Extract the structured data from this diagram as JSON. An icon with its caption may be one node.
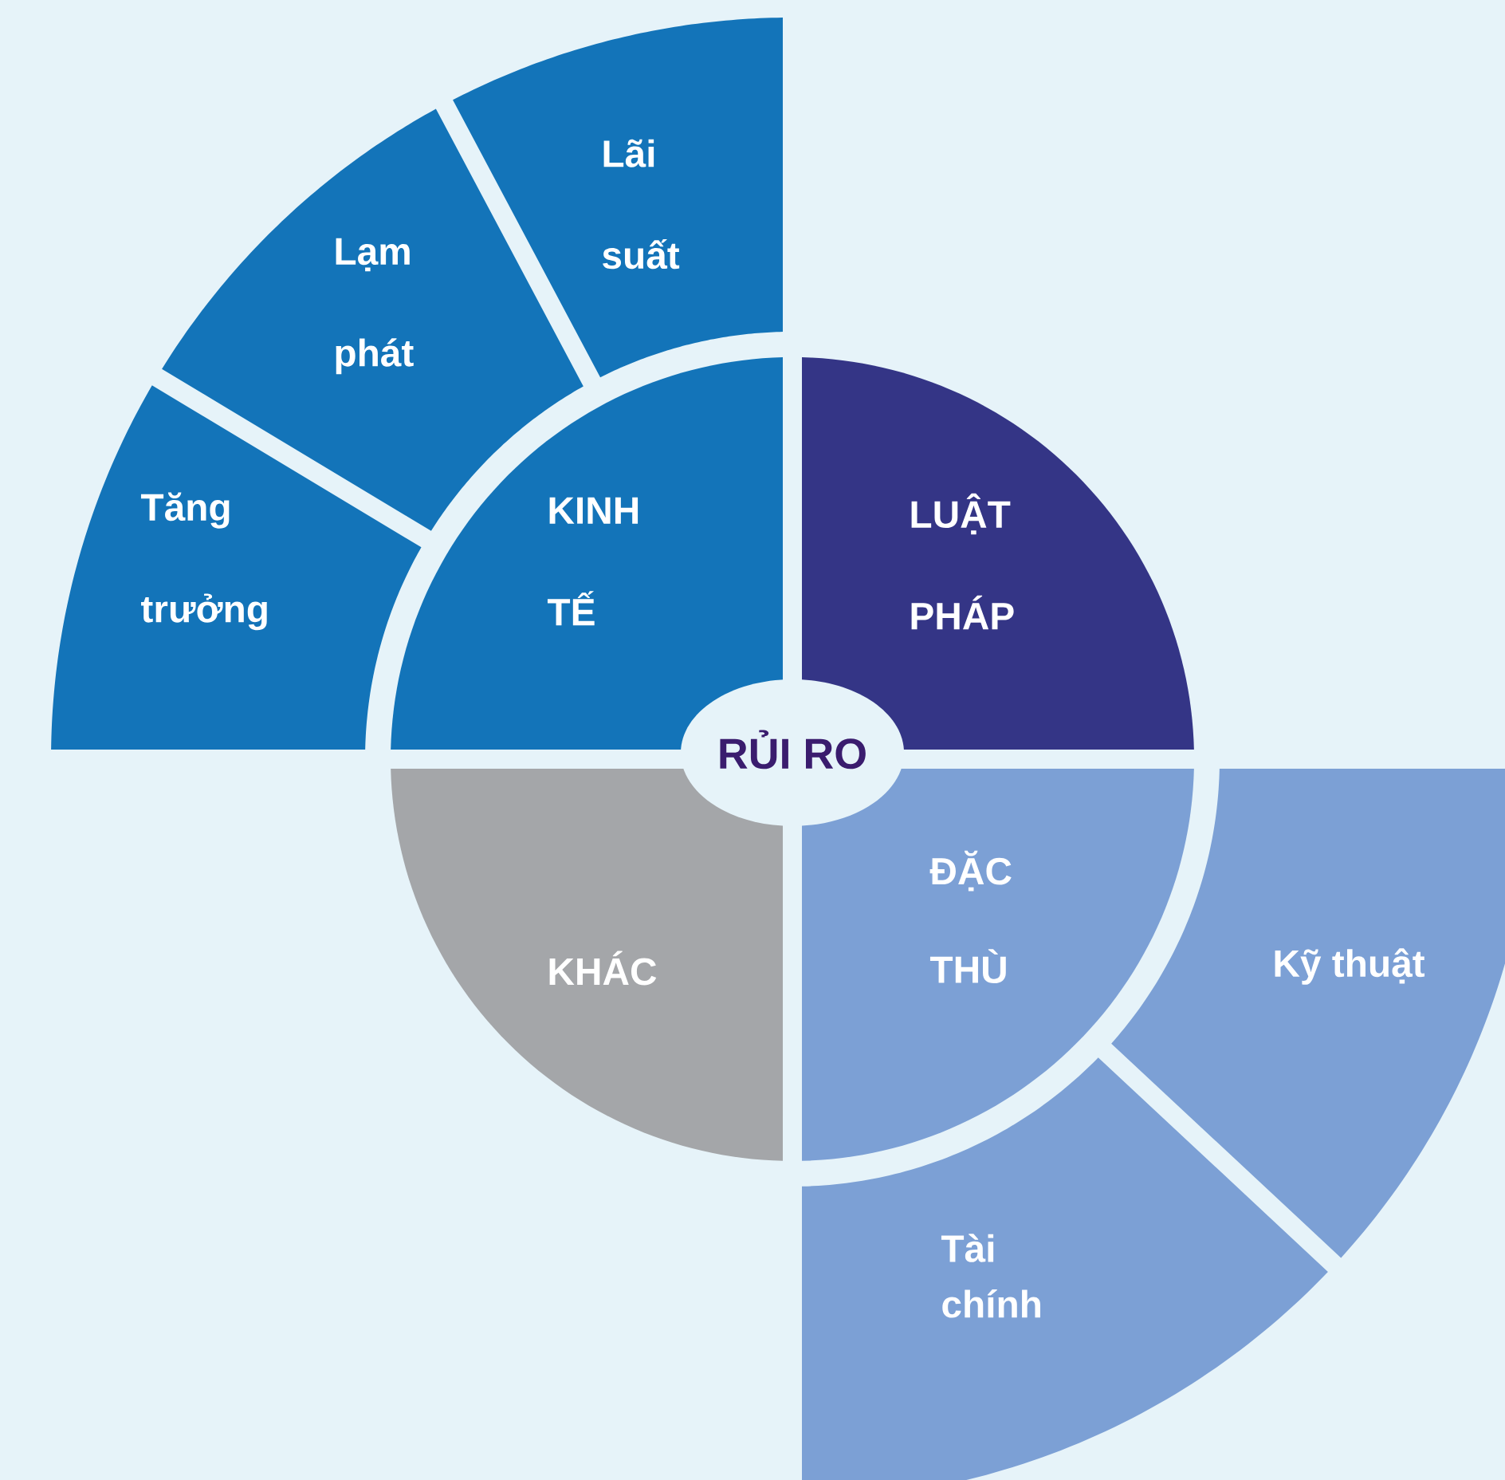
{
  "diagram": {
    "nodes": [
      {
        "text": [
          "RỦI RO"
        ]
      },
      {
        "text": [
          "KINH TẾ"
        ]
      },
      {
        "text": [
          "LUẬT PHÁP"
        ]
      },
      {
        "text": [
          "KHÁC"
        ]
      },
      {
        "text": [
          "ĐẶC THÙ"
        ]
      },
      {
        "text": [
          "Tăng trưởng"
        ]
      },
      {
        "text": [
          "Lạm phát"
        ]
      },
      {
        "text": [
          "Lãi suất"
        ]
      },
      {
        "text": [
          "Kỹ thuật"
        ]
      },
      {
        "text": [
          "Tài chính"
        ]
      }
    ]
  }
}
